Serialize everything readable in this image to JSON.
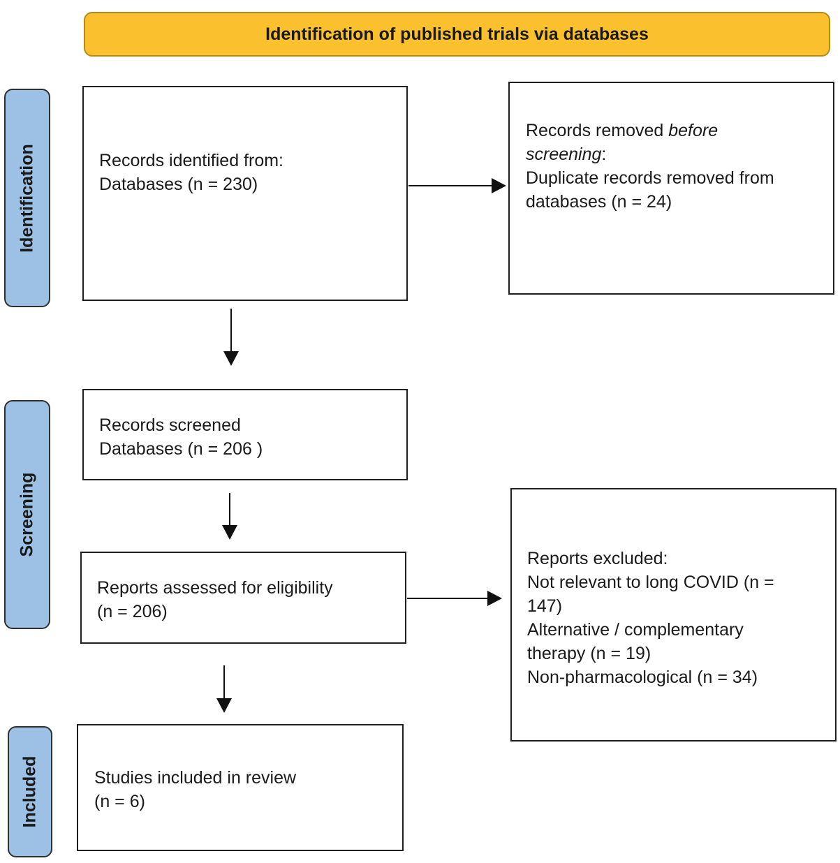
{
  "header": {
    "title": "Identification of published trials via databases"
  },
  "phases": {
    "identification": "Identification",
    "screening": "Screening",
    "included": "Included"
  },
  "boxes": {
    "records_identified": {
      "line1": "Records identified from:",
      "line2": "Databases (n = 230)"
    },
    "records_removed": {
      "line1_prefix": "Records removed ",
      "line1_em": "before",
      "line2_em": "screening",
      "line2_suffix": ":",
      "line3": "Duplicate records removed from",
      "line4": "databases  (n = 24)"
    },
    "records_screened": {
      "line1": "Records screened",
      "line2": "Databases (n = 206 )"
    },
    "reports_assessed": {
      "line1": "Reports assessed for eligibility",
      "line2": "(n = 206)"
    },
    "reports_excluded": {
      "line1": "Reports excluded:",
      "line2": "Not relevant to long COVID (n =",
      "line3": "147)",
      "line4": "Alternative / complementary",
      "line5": "therapy (n = 19)",
      "line6": "Non-pharmacological (n = 34)"
    },
    "studies_included": {
      "line1": "Studies included in review",
      "line2": "(n = 6)"
    }
  }
}
